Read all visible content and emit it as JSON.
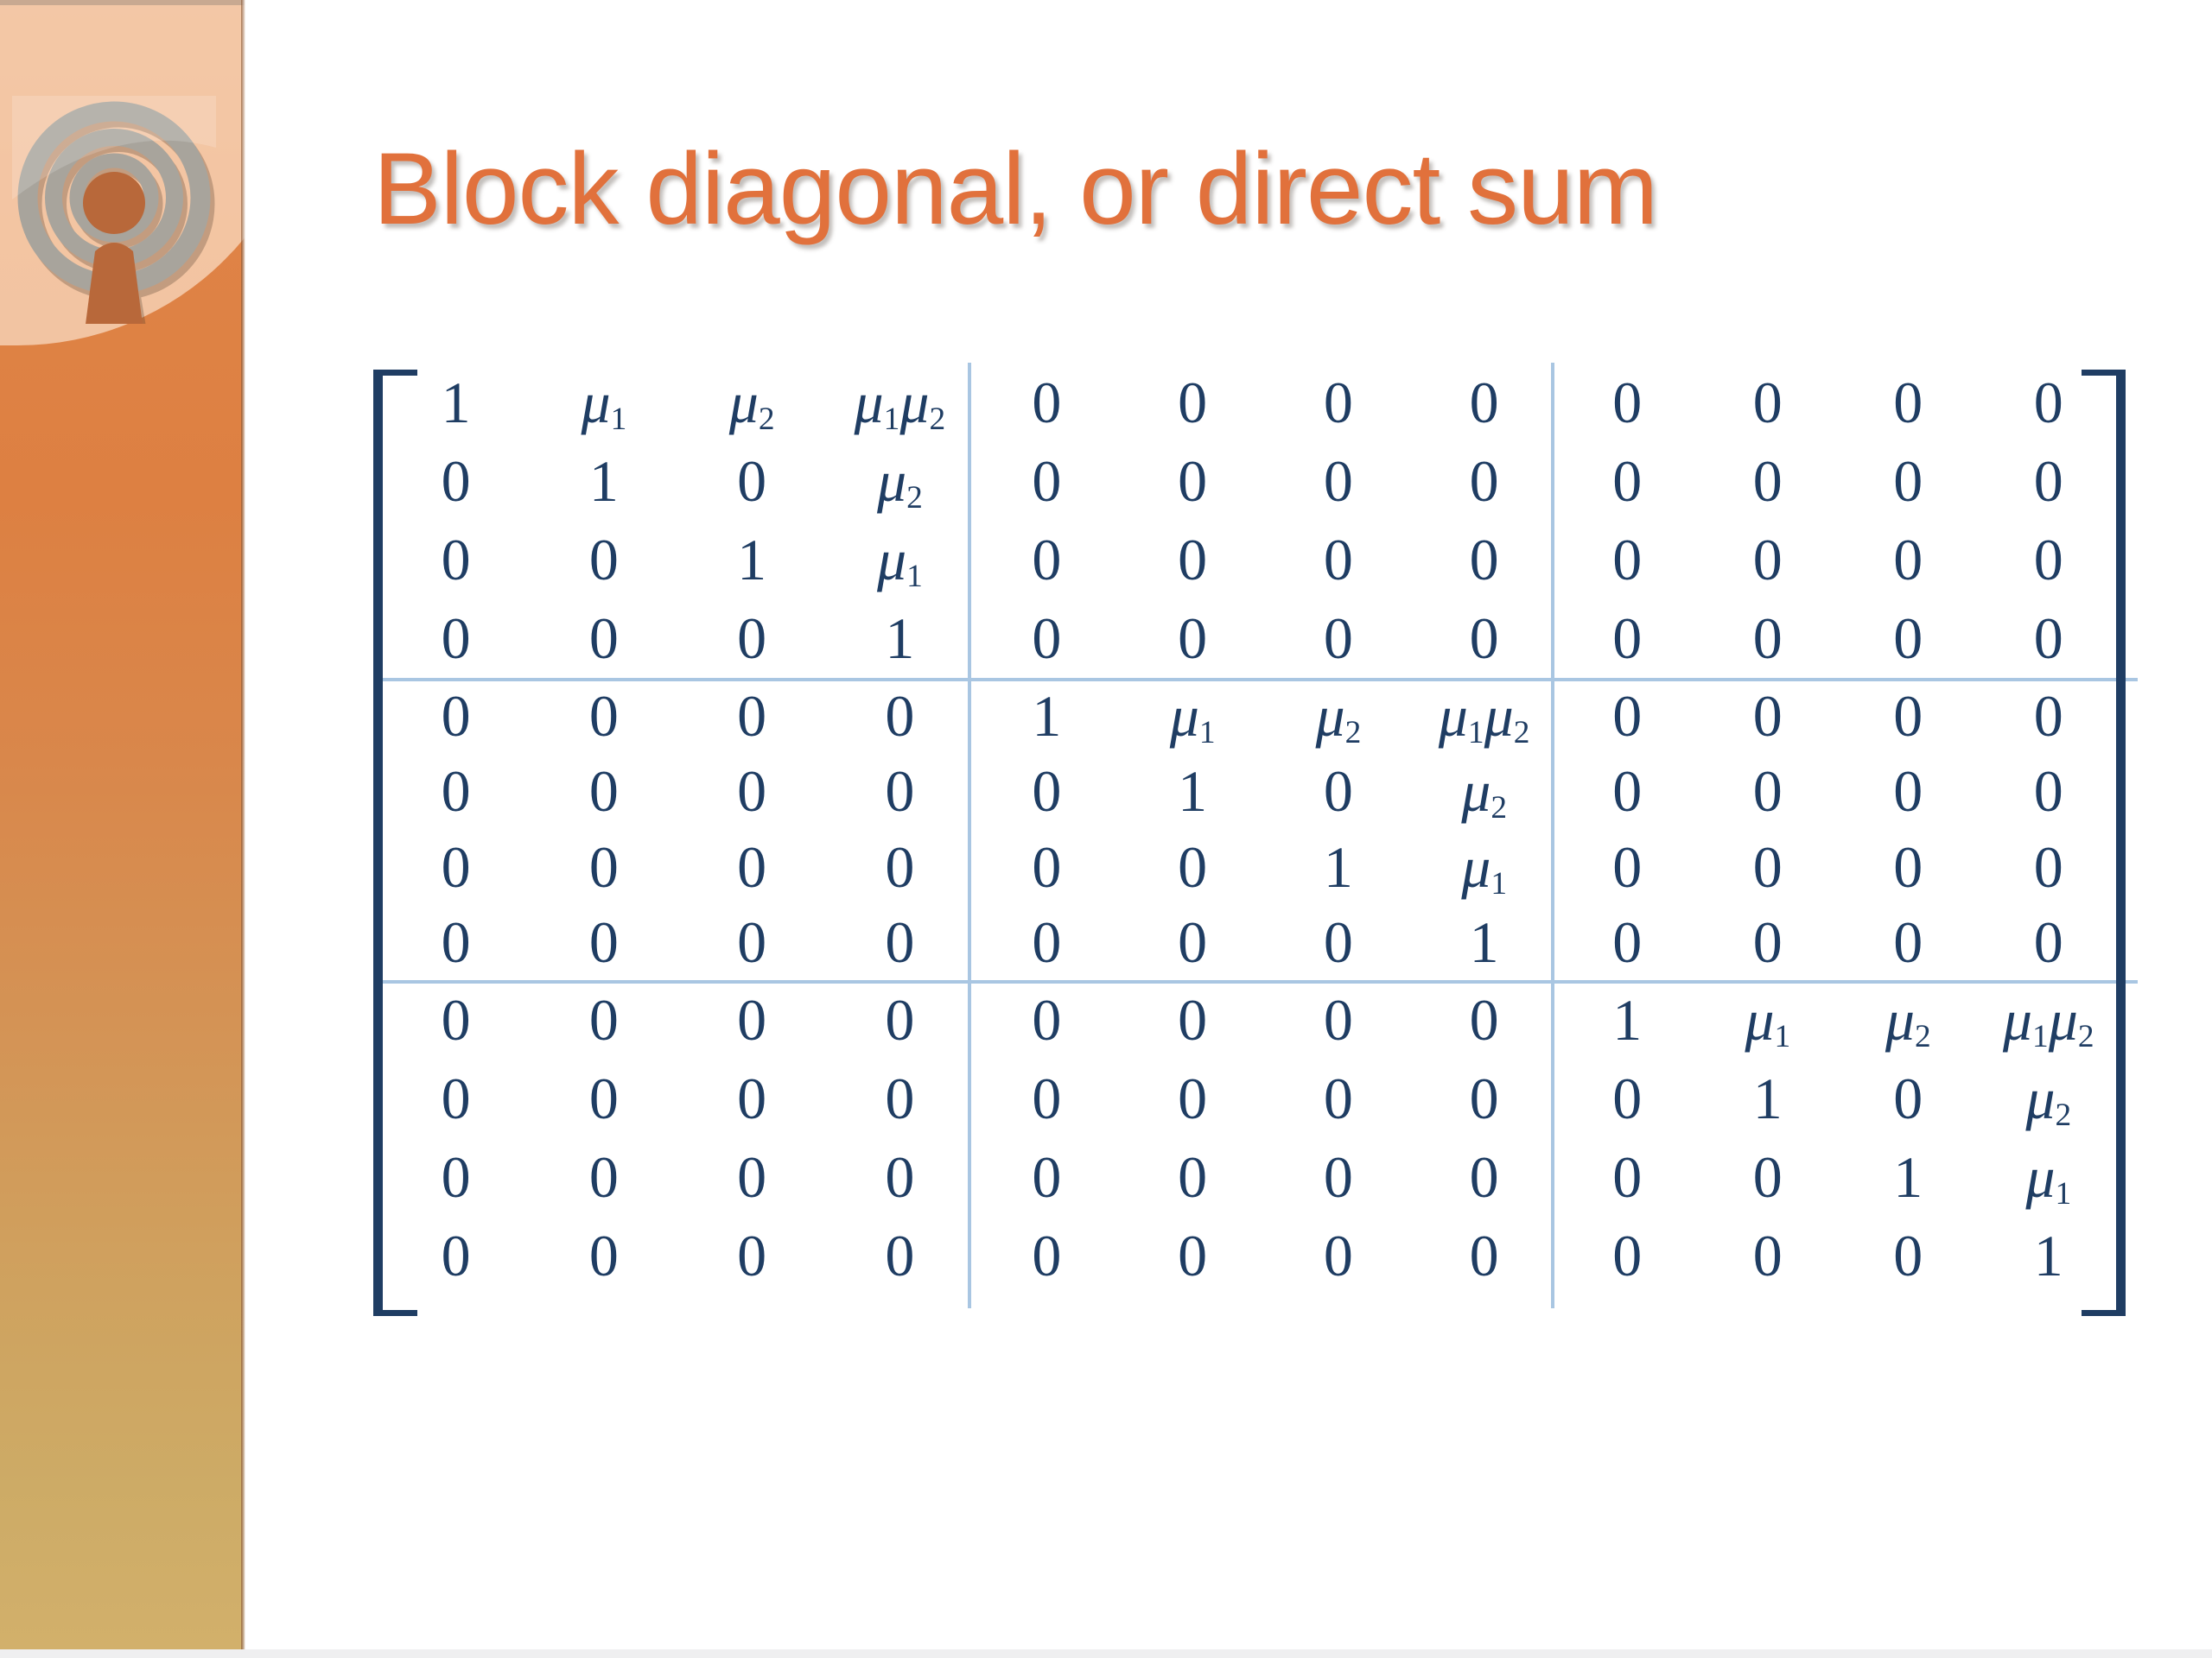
{
  "slide": {
    "title": "Block diagonal, or direct sum",
    "title_color": "#e1713c",
    "background_color": "#ffffff",
    "sidebar": {
      "gradient_top_color": "#e08a4f",
      "gradient_bottom_color": "#d2b06b",
      "logo_name": "broadcast-rings-logo"
    }
  },
  "matrix": {
    "entry_color": "#1f3d63",
    "separator_color": "#a9c6e2",
    "bracket_color": "#1f3d63",
    "rows": 12,
    "cols": 12,
    "block_rows": 3,
    "block_cols": 3,
    "block_size": 4,
    "diagonal_block": {
      "r0": [
        "1",
        "MU1",
        "MU2",
        "MU1MU2"
      ],
      "r1": [
        "0",
        "1",
        "0",
        "MU2"
      ],
      "r2": [
        "0",
        "0",
        "1",
        "MU1"
      ],
      "r3": [
        "0",
        "0",
        "0",
        "1"
      ]
    },
    "zero_block": {
      "r0": [
        "0",
        "0",
        "0",
        "0"
      ],
      "r1": [
        "0",
        "0",
        "0",
        "0"
      ],
      "r2": [
        "0",
        "0",
        "0",
        "0"
      ],
      "r3": [
        "0",
        "0",
        "0",
        "0"
      ]
    },
    "symbols": {
      "mu1": "μ₁",
      "mu2": "μ₂",
      "mu1mu2": "μ₁μ₂",
      "one": "1",
      "zero": "0"
    },
    "layout": [
      [
        "diagonal",
        "zero",
        "zero"
      ],
      [
        "zero",
        "diagonal",
        "zero"
      ],
      [
        "zero",
        "zero",
        "diagonal"
      ]
    ]
  }
}
